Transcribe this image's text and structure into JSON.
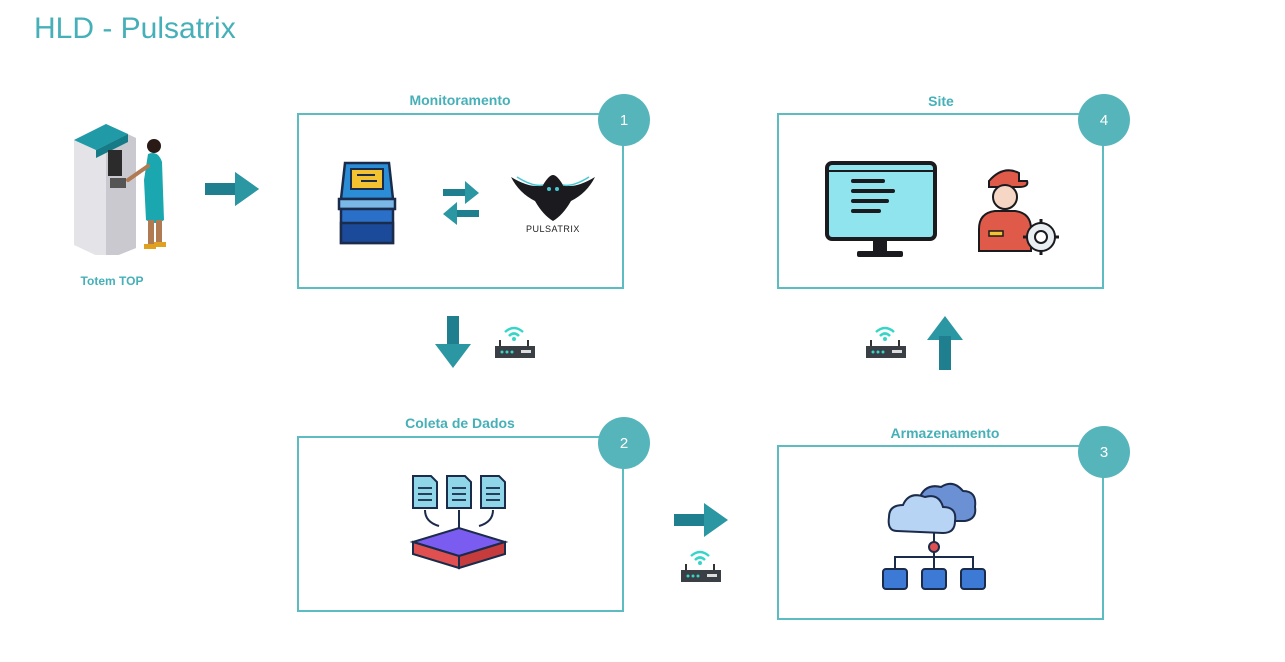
{
  "title": "HLD - Pulsatrix",
  "totem": {
    "label": "Totem TOP"
  },
  "boxes": [
    {
      "label": "Monitoramento",
      "number": "1",
      "brand": "PULSATRIX"
    },
    {
      "label": "Coleta de Dados",
      "number": "2"
    },
    {
      "label": "Armazenamento",
      "number": "3"
    },
    {
      "label": "Site",
      "number": "4"
    }
  ],
  "colors": {
    "accent": "#45b0b8",
    "badge": "#56b5bb",
    "arrow": "#1f7f8f"
  }
}
